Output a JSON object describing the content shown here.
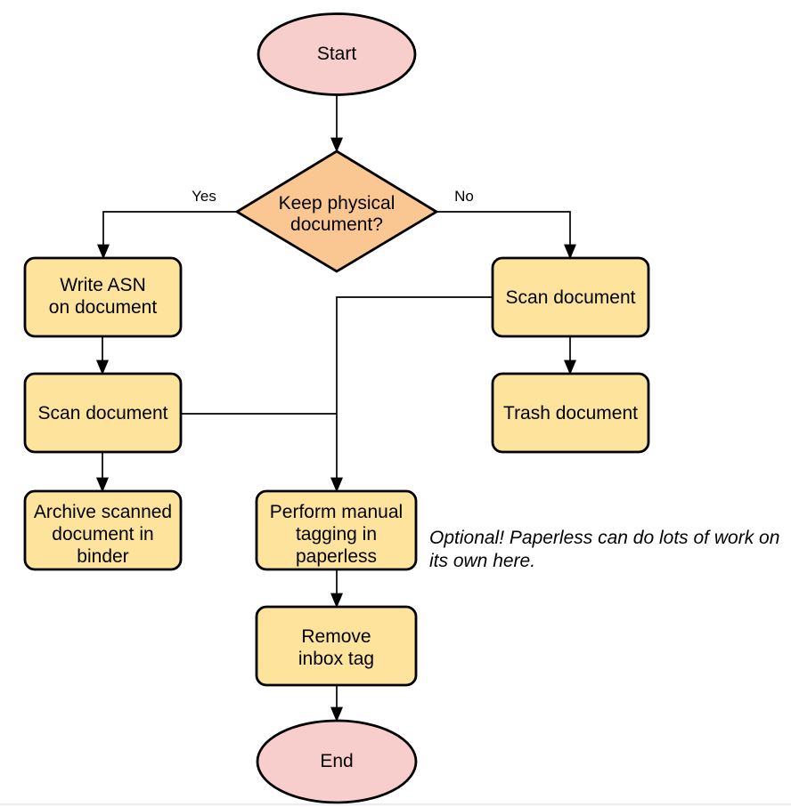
{
  "colors": {
    "terminator_fill": "#F8CECC",
    "decision_fill": "#FAC792",
    "process_fill": "#FDE39B",
    "stroke": "#000000",
    "divider": "#E6E6E9"
  },
  "nodes": {
    "start": {
      "label": "Start"
    },
    "decision": {
      "line1": "Keep physical",
      "line2": "document?"
    },
    "write_asn": {
      "line1": "Write ASN",
      "line2": "on document"
    },
    "scan_left": {
      "label": "Scan document"
    },
    "archive": {
      "line1": "Archive scanned",
      "line2": "document in",
      "line3": "binder"
    },
    "scan_right": {
      "label": "Scan document"
    },
    "trash": {
      "label": "Trash document"
    },
    "perform_tagging": {
      "line1": "Perform manual",
      "line2": "tagging in",
      "line3": "paperless"
    },
    "remove_inbox": {
      "line1": "Remove",
      "line2": "inbox tag"
    },
    "end": {
      "label": "End"
    }
  },
  "edge_labels": {
    "yes": "Yes",
    "no": "No"
  },
  "note": {
    "line1": "Optional! Paperless can do lots of work on",
    "line2": "its own here."
  }
}
